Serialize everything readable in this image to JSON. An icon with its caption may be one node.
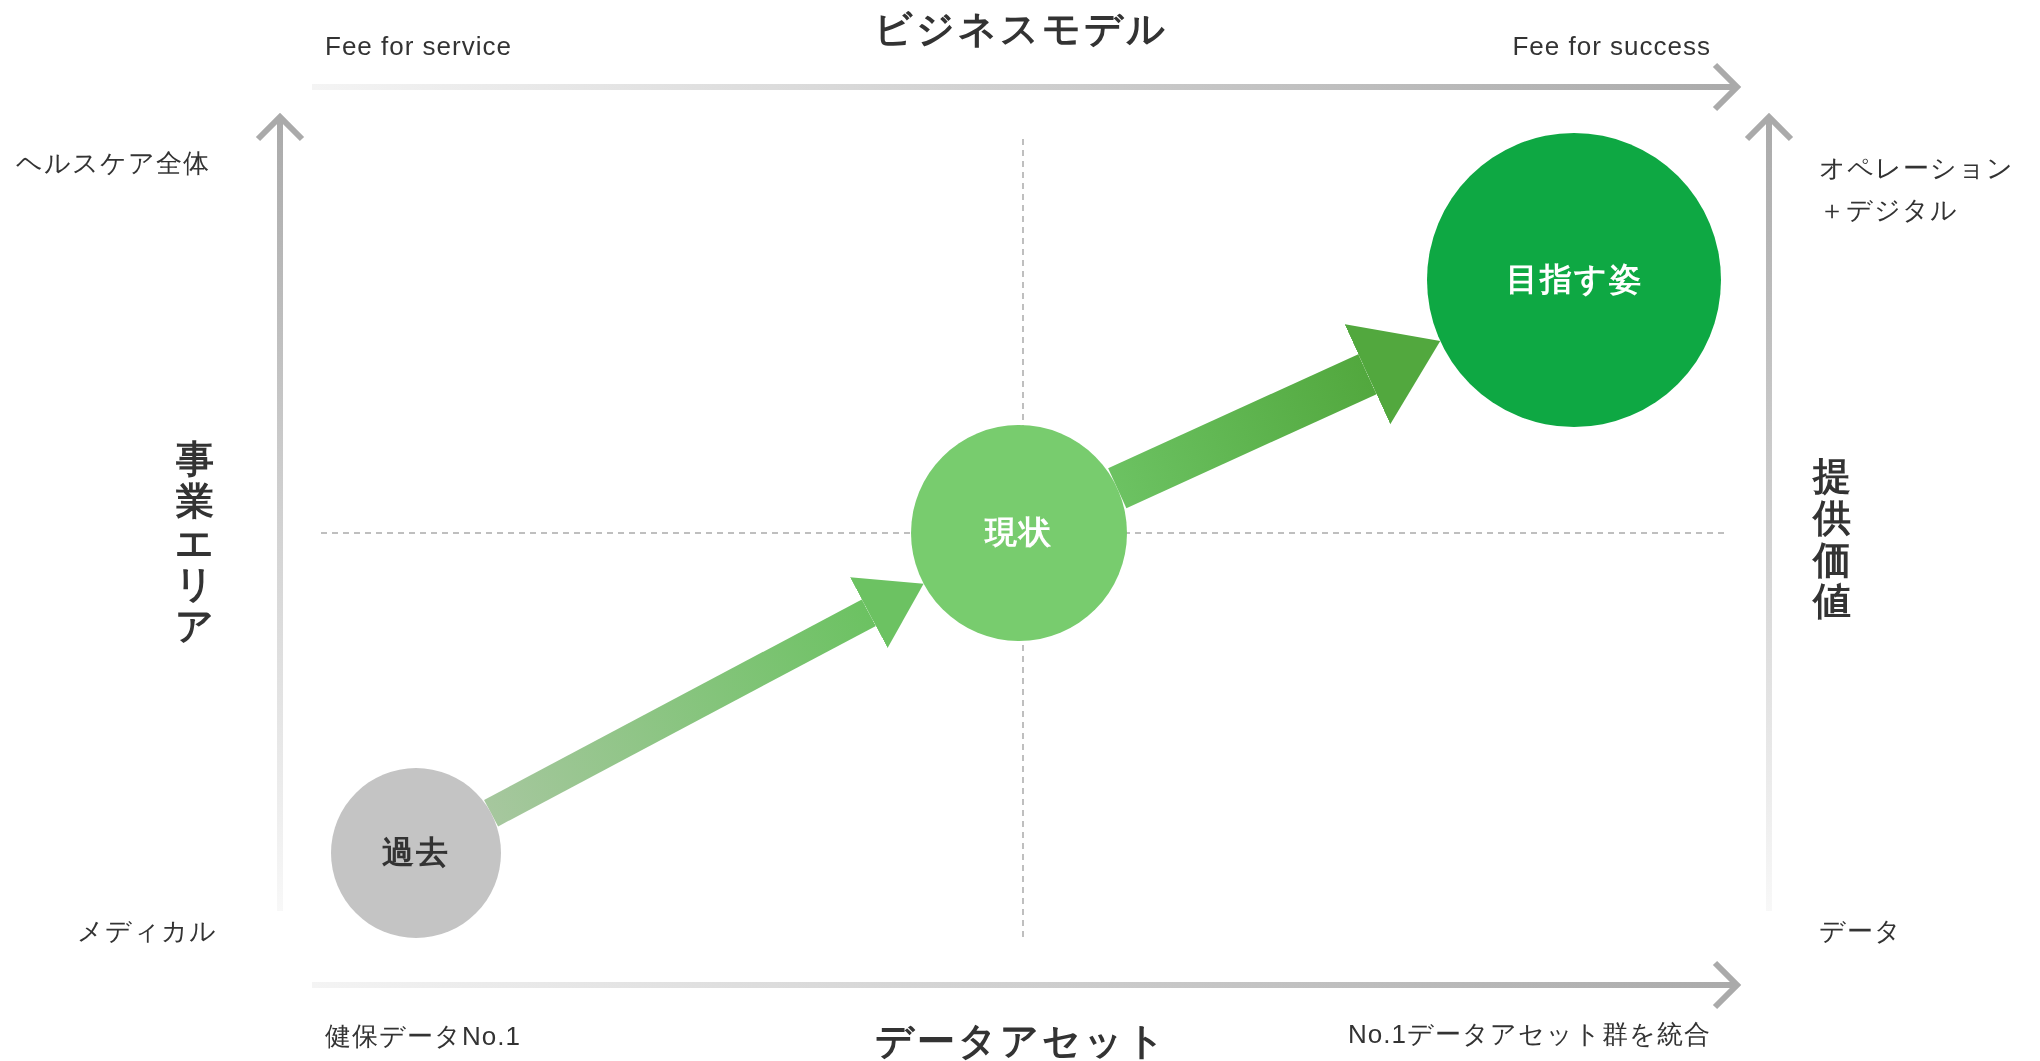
{
  "diagram": {
    "nodes": [
      {
        "text": [
          "過去"
        ]
      },
      {
        "text": [
          "現状"
        ]
      },
      {
        "text": [
          "目指す姿"
        ]
      }
    ],
    "edges": [
      {
        "from": 0,
        "to": 1,
        "arrow": "to"
      },
      {
        "from": 1,
        "to": 2,
        "arrow": "to"
      }
    ],
    "labels": [
      "Fee for service",
      "ビジネスモデル",
      "Fee for success",
      "ヘルスケア全体",
      "オペレーション＋デジタル",
      "事業エリア",
      "提供価値",
      "メディカル",
      "データ",
      "健保データNo.1",
      "データアセット",
      "No.1データアセット群を統合"
    ]
  }
}
